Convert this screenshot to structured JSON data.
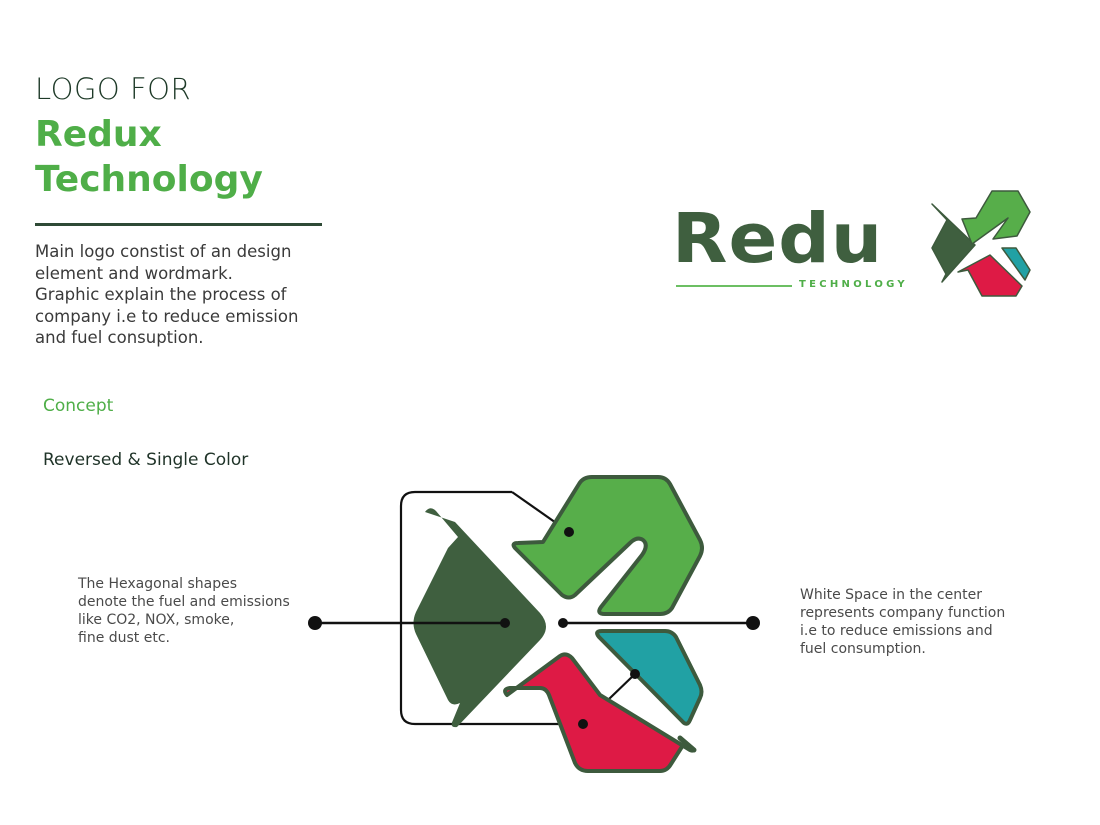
{
  "header": {
    "pre_title": "LOGO FOR",
    "title_line1": "Redux",
    "title_line2": "Technology"
  },
  "description": {
    "lines": [
      "Main logo constist of an design",
      "element and wordmark.",
      "Graphic explain the process of",
      "company i.e to reduce emission",
      "and fuel consuption."
    ]
  },
  "sections": {
    "concept": "Concept",
    "reversed": "Reversed & Single Color"
  },
  "logo": {
    "wordmark": "Redu",
    "subtitle": "TECHNOLOGY"
  },
  "annotations": {
    "left": [
      "The Hexagonal shapes",
      "denote the fuel and emissions",
      "like CO2, NOX, smoke,",
      "fine dust etc."
    ],
    "right": [
      "White Space in the center",
      "represents company function",
      "i.e to reduce emissions and",
      "fuel consumption."
    ]
  },
  "colors": {
    "dark_green": "#3f5f3f",
    "green": "#57ae4a",
    "teal": "#21a1a4",
    "red": "#de1a45",
    "outline": "#3d5a3d",
    "title_green": "#4fae48"
  }
}
